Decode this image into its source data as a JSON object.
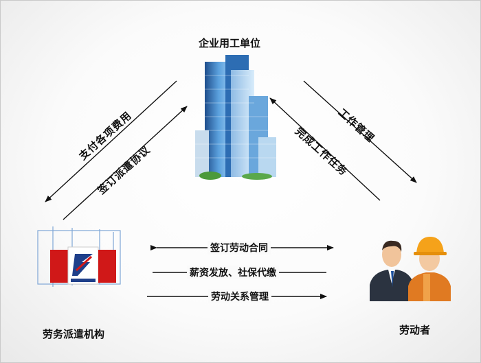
{
  "nodes": {
    "top": "企业用工单位",
    "left": "劳务派遣机构",
    "right": "劳动者"
  },
  "relations": {
    "left_edge_outer": "支付各项费用",
    "left_edge_inner": "签订派遣协议",
    "right_edge_outer": "工作管理",
    "right_edge_inner": "完成工作任务",
    "bottom_1": "签订劳动合同",
    "bottom_2": "薪资发放、社保代缴",
    "bottom_3": "劳动关系管理"
  },
  "colors": {
    "arrow": "#111111",
    "brand_red": "#d01818",
    "building_blue": "#3a7fc4",
    "helmet": "#f5a21a"
  }
}
